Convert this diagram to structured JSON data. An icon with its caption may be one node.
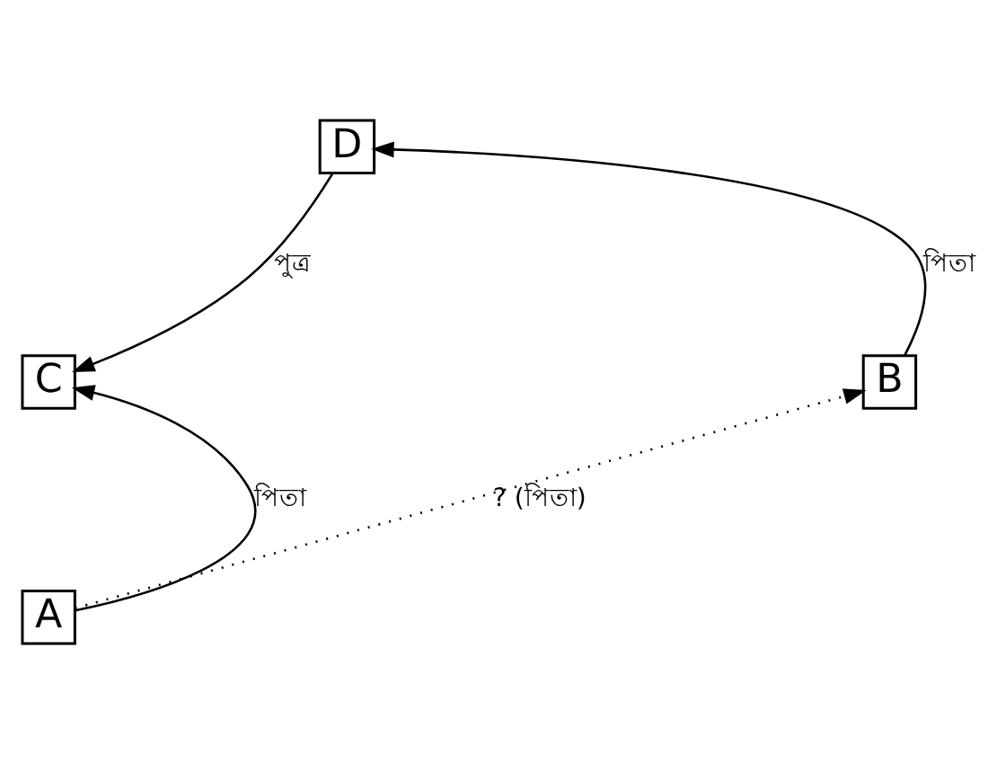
{
  "diagram": {
    "nodes": [
      {
        "text": [
          "D"
        ]
      },
      {
        "text": [
          "C"
        ]
      },
      {
        "text": [
          "B"
        ]
      },
      {
        "text": [
          "A"
        ]
      }
    ],
    "edges": [
      {
        "from": 0,
        "to": 1,
        "arrow": "to",
        "label": "পুত্র"
      },
      {
        "from": 2,
        "to": 0,
        "arrow": "to",
        "label": "পিতা"
      },
      {
        "from": 3,
        "to": 1,
        "arrow": "to",
        "label": "পিতা"
      },
      {
        "from": 3,
        "to": 2,
        "arrow": "to",
        "label": "? (পিতা)",
        "style": "dashed"
      }
    ]
  }
}
